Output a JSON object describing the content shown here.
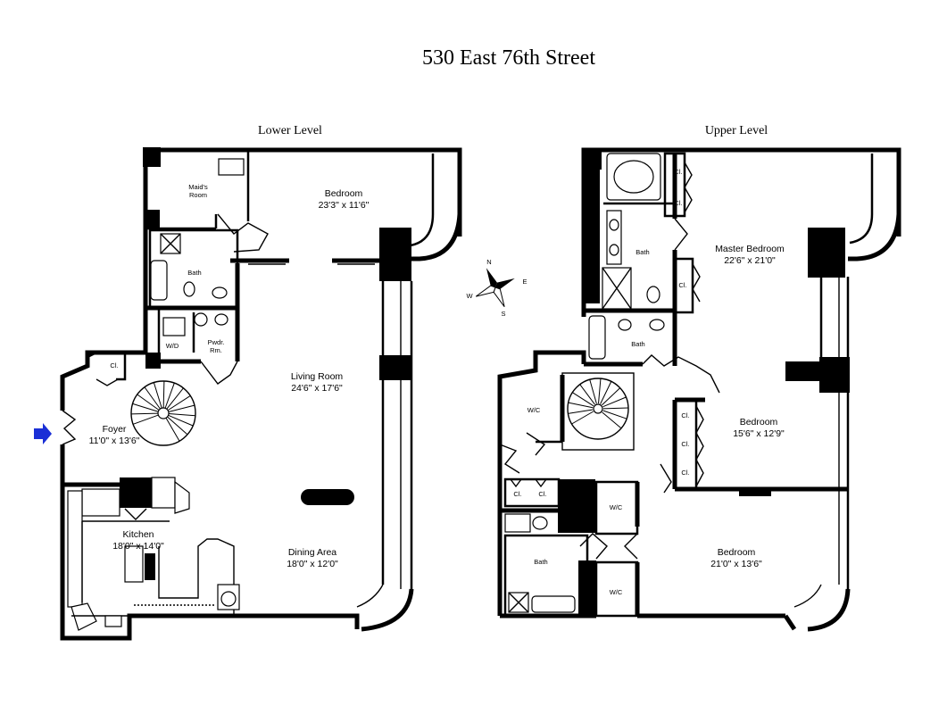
{
  "title": "530 East 76th Street",
  "lower": {
    "label": "Lower Level",
    "rooms": {
      "maids_room": [
        "Maid's",
        "Room"
      ],
      "bedroom": [
        "Bedroom",
        "23'3\" x 11'6\""
      ],
      "bath": "Bath",
      "wd": "W/D",
      "pwdr": [
        "Pwdr.",
        "Rm."
      ],
      "cl": "Cl.",
      "living": [
        "Living Room",
        "24'6\" x 17'6\""
      ],
      "foyer": [
        "Foyer",
        "11'0\" x 13'6\""
      ],
      "kitchen": [
        "Kitchen",
        "18'0\" x 14'0\""
      ],
      "dining": [
        "Dining Area",
        "18'0\" x 12'0\""
      ]
    }
  },
  "upper": {
    "label": "Upper Level",
    "rooms": {
      "cl": "Cl.",
      "bath": "Bath",
      "master": [
        "Master Bedroom",
        "22'6\" x 21'0\""
      ],
      "wic": "W/C",
      "bedroom2": [
        "Bedroom",
        "15'6\" x 12'9\""
      ],
      "bedroom3": [
        "Bedroom",
        "21'0\" x 13'6\""
      ]
    }
  },
  "compass": {
    "n": "N",
    "s": "S",
    "e": "E",
    "w": "W"
  },
  "colors": {
    "entry_arrow": "#1a2fd6",
    "walls": "#000000"
  }
}
